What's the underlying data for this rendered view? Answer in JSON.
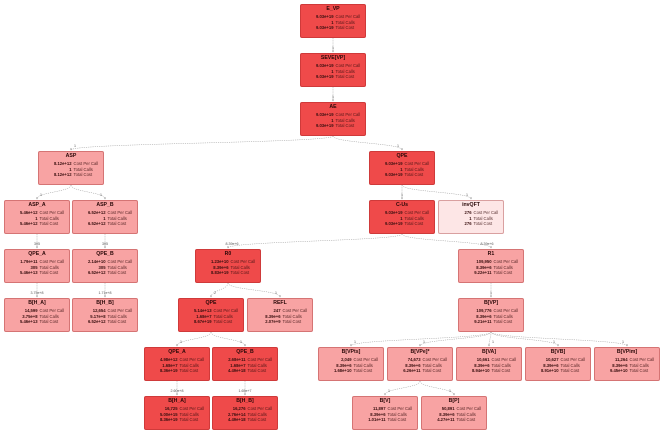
{
  "colors": {
    "strong": "#ef4a4a",
    "medium": "#f47d7d",
    "light": "#f8a3a3",
    "pale": "#fde6e6",
    "edge": "#9a9a9a"
  },
  "nodes": [
    {
      "id": "evp",
      "title": "E_VP",
      "color": "strong",
      "rows": [
        {
          "v": "9.03e+19",
          "l": "Cost Per Call"
        },
        {
          "v": "1",
          "l": "Total Calls"
        },
        {
          "v": "9.03e+19",
          "l": "Total Cost"
        }
      ]
    },
    {
      "id": "seve",
      "title": "SEVE[VP]",
      "color": "strong",
      "rows": [
        {
          "v": "9.03e+19",
          "l": "Cost Per Call"
        },
        {
          "v": "1",
          "l": "Total Calls"
        },
        {
          "v": "9.03e+19",
          "l": "Total Cost"
        }
      ]
    },
    {
      "id": "ae",
      "title": "AE",
      "color": "strong",
      "rows": [
        {
          "v": "9.03e+19",
          "l": "Cost Per Call"
        },
        {
          "v": "1",
          "l": "Total Calls"
        },
        {
          "v": "9.03e+19",
          "l": "Total Cost"
        }
      ]
    },
    {
      "id": "asp",
      "title": "ASP",
      "color": "light",
      "rows": [
        {
          "v": "8.12e+12",
          "l": "Cost Per Call"
        },
        {
          "v": "1",
          "l": "Total Calls"
        },
        {
          "v": "8.12e+12",
          "l": "Total Cost"
        }
      ]
    },
    {
      "id": "qpe1",
      "title": "QPE",
      "color": "strong",
      "rows": [
        {
          "v": "9.03e+19",
          "l": "Cost Per Call"
        },
        {
          "v": "1",
          "l": "Total Calls"
        },
        {
          "v": "9.03e+19",
          "l": "Total Cost"
        }
      ]
    },
    {
      "id": "aspa",
      "title": "ASP_A",
      "color": "light",
      "rows": [
        {
          "v": "5.46e+12",
          "l": "Cost Per Call"
        },
        {
          "v": "1",
          "l": "Total Calls"
        },
        {
          "v": "5.46e+12",
          "l": "Total Cost"
        }
      ]
    },
    {
      "id": "aspb",
      "title": "ASP_B",
      "color": "light",
      "rows": [
        {
          "v": "6.52e+12",
          "l": "Cost Per Call"
        },
        {
          "v": "1",
          "l": "Total Calls"
        },
        {
          "v": "6.52e+12",
          "l": "Total Cost"
        }
      ]
    },
    {
      "id": "cus",
      "title": "C-Us",
      "color": "strong",
      "rows": [
        {
          "v": "9.03e+19",
          "l": "Cost Per Call"
        },
        {
          "v": "1",
          "l": "Total Calls"
        },
        {
          "v": "9.03e+19",
          "l": "Total Cost"
        }
      ]
    },
    {
      "id": "invqft",
      "title": "invQFT",
      "color": "pale",
      "rows": [
        {
          "v": "276",
          "l": "Cost Per Call"
        },
        {
          "v": "1",
          "l": "Total Calls"
        },
        {
          "v": "276",
          "l": "Total Cost"
        }
      ]
    },
    {
      "id": "qpea1",
      "title": "QPE_A",
      "color": "light",
      "rows": [
        {
          "v": "1.79e+11",
          "l": "Cost Per Call"
        },
        {
          "v": "305",
          "l": "Total Calls"
        },
        {
          "v": "5.46e+13",
          "l": "Total Cost"
        }
      ]
    },
    {
      "id": "qpeb1",
      "title": "QPE_B",
      "color": "light",
      "rows": [
        {
          "v": "2.14e+10",
          "l": "Cost Per Call"
        },
        {
          "v": "305",
          "l": "Total Calls"
        },
        {
          "v": "6.52e+12",
          "l": "Total Cost"
        }
      ]
    },
    {
      "id": "r0",
      "title": "R0",
      "color": "strong",
      "rows": [
        {
          "v": "1.23e+10",
          "l": "Cost Per Call"
        },
        {
          "v": "8.39e+6",
          "l": "Total Calls"
        },
        {
          "v": "8.83e+19",
          "l": "Total Cost"
        }
      ]
    },
    {
      "id": "r1",
      "title": "R1",
      "color": "light",
      "rows": [
        {
          "v": "109,950",
          "l": "Cost Per Call"
        },
        {
          "v": "8.39e+6",
          "l": "Total Calls"
        },
        {
          "v": "9.22e+11",
          "l": "Total Cost"
        }
      ]
    },
    {
      "id": "bha1",
      "title": "B[H_A]",
      "color": "light",
      "rows": [
        {
          "v": "14,599",
          "l": "Cost Per Call"
        },
        {
          "v": "3.75e+8",
          "l": "Total Calls"
        },
        {
          "v": "5.46e+13",
          "l": "Total Cost"
        }
      ]
    },
    {
      "id": "bhb1",
      "title": "B[H_B]",
      "color": "light",
      "rows": [
        {
          "v": "12,654",
          "l": "Cost Per Call"
        },
        {
          "v": "5.17e+8",
          "l": "Total Calls"
        },
        {
          "v": "6.52e+12",
          "l": "Total Cost"
        }
      ]
    },
    {
      "id": "qpe2",
      "title": "QPE",
      "color": "strong",
      "rows": [
        {
          "v": "5.14e+13",
          "l": "Cost Per Call"
        },
        {
          "v": "1.68e+7",
          "l": "Total Calls"
        },
        {
          "v": "8.67e+19",
          "l": "Total Cost"
        }
      ]
    },
    {
      "id": "refl",
      "title": "REFL",
      "color": "light",
      "rows": [
        {
          "v": "247",
          "l": "Cost Per Call"
        },
        {
          "v": "8.39e+6",
          "l": "Total Calls"
        },
        {
          "v": "2.07e+9",
          "l": "Total Cost"
        }
      ]
    },
    {
      "id": "bvp",
      "title": "B[VP]",
      "color": "light",
      "rows": [
        {
          "v": "109,776",
          "l": "Cost Per Call"
        },
        {
          "v": "8.39e+6",
          "l": "Total Calls"
        },
        {
          "v": "9.21e+11",
          "l": "Total Cost"
        }
      ]
    },
    {
      "id": "qpea2",
      "title": "QPE_A",
      "color": "strong",
      "rows": [
        {
          "v": "4.98e+12",
          "l": "Cost Per Call"
        },
        {
          "v": "1.68e+7",
          "l": "Total Calls"
        },
        {
          "v": "8.36e+19",
          "l": "Total Cost"
        }
      ]
    },
    {
      "id": "qpeb2",
      "title": "QPE_B",
      "color": "strong",
      "rows": [
        {
          "v": "2.68e+11",
          "l": "Cost Per Call"
        },
        {
          "v": "1.68e+7",
          "l": "Total Calls"
        },
        {
          "v": "4.49e+18",
          "l": "Total Cost"
        }
      ]
    },
    {
      "id": "bvpts",
      "title": "B[VPts]",
      "color": "light",
      "rows": [
        {
          "v": "2,049",
          "l": "Cost Per Call"
        },
        {
          "v": "8.39e+6",
          "l": "Total Calls"
        },
        {
          "v": "1.68e+10",
          "l": "Total Cost"
        }
      ]
    },
    {
      "id": "bvpe",
      "title": "B[VPe]*",
      "color": "light",
      "rows": [
        {
          "v": "74,673",
          "l": "Cost Per Call"
        },
        {
          "v": "8.39e+6",
          "l": "Total Calls"
        },
        {
          "v": "6.26e+11",
          "l": "Total Cost"
        }
      ]
    },
    {
      "id": "bva",
      "title": "B[VA]",
      "color": "light",
      "rows": [
        {
          "v": "10,661",
          "l": "Cost Per Call"
        },
        {
          "v": "8.39e+6",
          "l": "Total Calls"
        },
        {
          "v": "8.94e+10",
          "l": "Total Cost"
        }
      ]
    },
    {
      "id": "bvb",
      "title": "B[VB]",
      "color": "light",
      "rows": [
        {
          "v": "10,627",
          "l": "Cost Per Call"
        },
        {
          "v": "8.39e+6",
          "l": "Total Calls"
        },
        {
          "v": "8.91e+10",
          "l": "Total Cost"
        }
      ]
    },
    {
      "id": "bvpim",
      "title": "B[VPim]",
      "color": "light",
      "rows": [
        {
          "v": "11,264",
          "l": "Cost Per Call"
        },
        {
          "v": "8.39e+6",
          "l": "Total Calls"
        },
        {
          "v": "9.45e+10",
          "l": "Total Cost"
        }
      ]
    },
    {
      "id": "bha2",
      "title": "B[H_A]",
      "color": "strong",
      "rows": [
        {
          "v": "16,725",
          "l": "Cost Per Call"
        },
        {
          "v": "5.00e+15",
          "l": "Total Calls"
        },
        {
          "v": "8.36e+19",
          "l": "Total Cost"
        }
      ]
    },
    {
      "id": "bhb2",
      "title": "B[H_B]",
      "color": "strong",
      "rows": [
        {
          "v": "16,276",
          "l": "Cost Per Call"
        },
        {
          "v": "2.76e+14",
          "l": "Total Calls"
        },
        {
          "v": "4.49e+18",
          "l": "Total Cost"
        }
      ]
    },
    {
      "id": "bv",
      "title": "B[V]",
      "color": "light",
      "rows": [
        {
          "v": "11,897",
          "l": "Cost Per Call"
        },
        {
          "v": "8.39e+6",
          "l": "Total Calls"
        },
        {
          "v": "1.01e+11",
          "l": "Total Cost"
        }
      ]
    },
    {
      "id": "bp",
      "title": "B[P]",
      "color": "light",
      "rows": [
        {
          "v": "50,891",
          "l": "Cost Per Call"
        },
        {
          "v": "8.39e+6",
          "l": "Total Calls"
        },
        {
          "v": "4.27e+11",
          "l": "Total Cost"
        }
      ]
    }
  ],
  "edges": [
    {
      "from": "evp",
      "to": "seve",
      "label": "1"
    },
    {
      "from": "seve",
      "to": "ae",
      "label": "1"
    },
    {
      "from": "ae",
      "to": "asp",
      "label": "1"
    },
    {
      "from": "ae",
      "to": "qpe1",
      "label": "1"
    },
    {
      "from": "asp",
      "to": "aspa",
      "label": "1"
    },
    {
      "from": "asp",
      "to": "aspb",
      "label": "1"
    },
    {
      "from": "qpe1",
      "to": "cus",
      "label": "1"
    },
    {
      "from": "qpe1",
      "to": "invqft",
      "label": "1"
    },
    {
      "from": "aspa",
      "to": "qpea1",
      "label": "305"
    },
    {
      "from": "aspb",
      "to": "qpeb1",
      "label": "305"
    },
    {
      "from": "cus",
      "to": "r0",
      "label": "8.39e+6"
    },
    {
      "from": "cus",
      "to": "r1",
      "label": "8.39e+6"
    },
    {
      "from": "qpea1",
      "to": "bha1",
      "label": "3.75e+8"
    },
    {
      "from": "qpeb1",
      "to": "bhb1",
      "label": "1.71e+8"
    },
    {
      "from": "r0",
      "to": "qpe2",
      "label": "2"
    },
    {
      "from": "r0",
      "to": "refl",
      "label": "1"
    },
    {
      "from": "r1",
      "to": "bvp",
      "label": "1"
    },
    {
      "from": "qpe2",
      "to": "qpea2",
      "label": "1"
    },
    {
      "from": "qpe2",
      "to": "qpeb2",
      "label": "1"
    },
    {
      "from": "bvp",
      "to": "bvpts",
      "label": "1"
    },
    {
      "from": "bvp",
      "to": "bvpe",
      "label": "1"
    },
    {
      "from": "bvp",
      "to": "bva",
      "label": "1"
    },
    {
      "from": "bvp",
      "to": "bvb",
      "label": "1"
    },
    {
      "from": "bvp",
      "to": "bvpim",
      "label": "1"
    },
    {
      "from": "qpea2",
      "to": "bha2",
      "label": "2.60e+8"
    },
    {
      "from": "qpeb2",
      "to": "bhb2",
      "label": "1.65e+7"
    },
    {
      "from": "bvpe",
      "to": "bv",
      "label": "1"
    },
    {
      "from": "bvpe",
      "to": "bp",
      "label": "1"
    }
  ]
}
